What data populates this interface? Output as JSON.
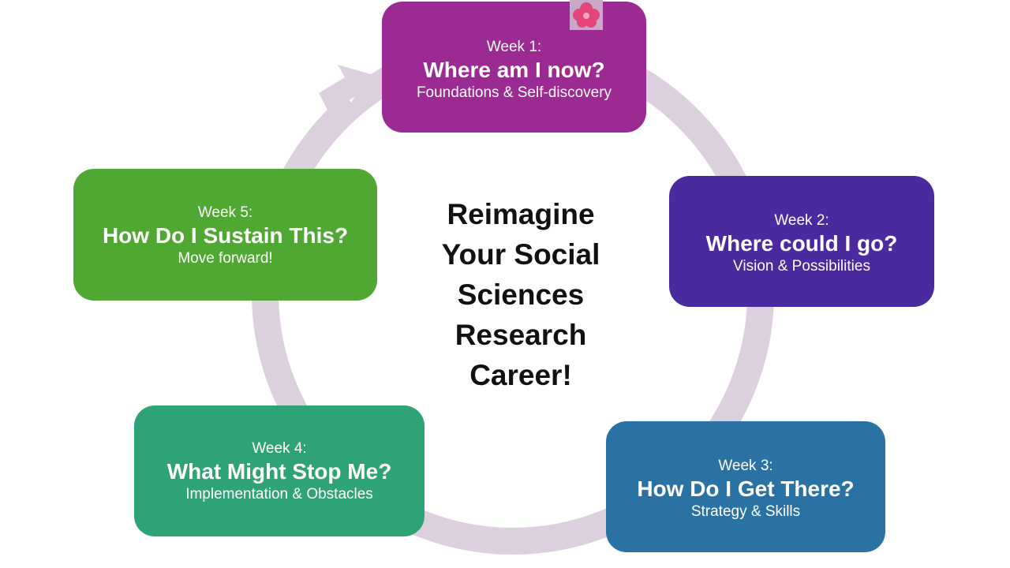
{
  "center_title": "Reimagine Your Social Sciences Research Career!",
  "colors": {
    "week1": "#9c2a93",
    "week2": "#4b2aa0",
    "week3": "#2a72a3",
    "week4": "#2ea376",
    "week5": "#4ea832",
    "ring": "#ddd0de"
  },
  "icons": {
    "decoration": "flower-icon"
  },
  "weeks": [
    {
      "week": "Week 1:",
      "title": "Where am I now?",
      "subtitle": "Foundations & Self-discovery"
    },
    {
      "week": "Week 2:",
      "title": "Where could I go?",
      "subtitle": "Vision & Possibilities"
    },
    {
      "week": "Week 3:",
      "title": "How Do I Get There?",
      "subtitle": "Strategy & Skills"
    },
    {
      "week": "Week 4:",
      "title": "What Might Stop Me?",
      "subtitle": "Implementation & Obstacles"
    },
    {
      "week": "Week 5:",
      "title": "How Do I Sustain This?",
      "subtitle": "Move forward!"
    }
  ]
}
